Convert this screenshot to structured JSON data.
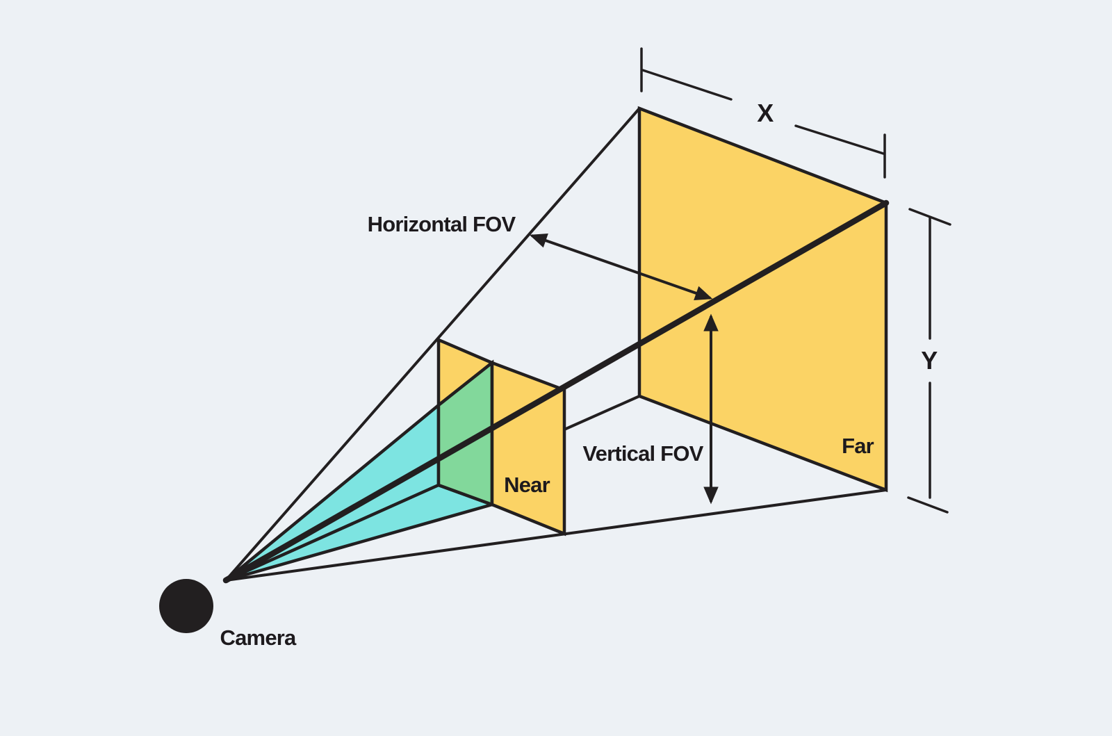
{
  "diagram": {
    "title": "Camera frustum field-of-view diagram",
    "labels": {
      "horizontal_fov": "Horizontal FOV",
      "vertical_fov": "Vertical FOV",
      "near": "Near",
      "far": "Far",
      "camera": "Camera",
      "dim_x": "X",
      "dim_y": "Y"
    },
    "colors": {
      "background": "#EDF1F5",
      "plane_yellow": "#FBD365",
      "slice_green": "#82D89B",
      "frustum_cyan": "#7DE4E1",
      "line": "#221F20",
      "text": "#1D1A1D"
    }
  }
}
